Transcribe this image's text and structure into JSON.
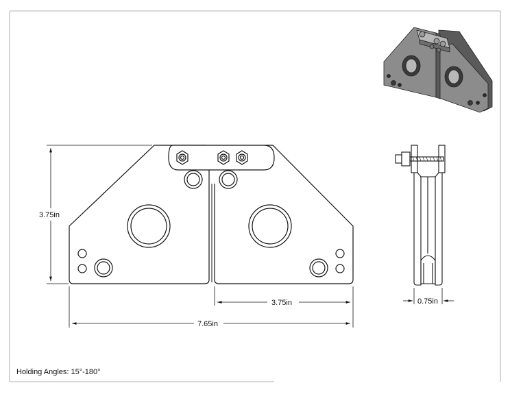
{
  "dimensions": {
    "height_front": "3.75in",
    "half_width": "3.75in",
    "total_width": "7.65in",
    "thickness": "0.75in"
  },
  "note": "Holding Angles: 15°-180°",
  "colors": {
    "line": "#111111",
    "render_body": "#8c8c8c",
    "render_dark": "#5a5a5a",
    "render_light": "#b8b8b8",
    "paper": "#ffffff"
  }
}
